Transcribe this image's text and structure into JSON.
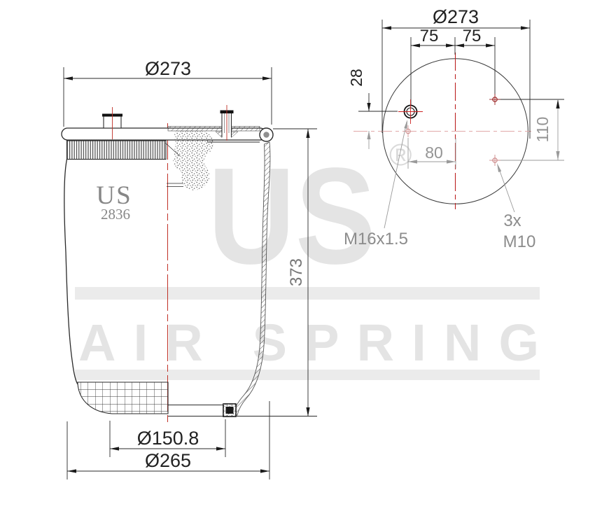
{
  "side_view": {
    "dims": {
      "top_diameter": "Ø273",
      "bottom_inner_diameter": "Ø150.8",
      "bottom_outer_diameter": "Ø265",
      "height": "373"
    },
    "marking": {
      "brand": "US",
      "model": "2836"
    }
  },
  "top_view": {
    "dims": {
      "diameter": "Ø273",
      "stud_spacing_left": "75",
      "stud_spacing_right": "75",
      "port_offset": "28",
      "stud_vertical_spacing": "110",
      "port_horizontal_offset": "80"
    },
    "labels": {
      "air_fitting_thread": "M16x1.5",
      "stud_count": "3x",
      "stud_thread": "M10"
    }
  },
  "watermark": {
    "brand": "US",
    "registered": "®",
    "name": "AIR SPRING"
  },
  "colors": {
    "line": "#2a2a2a",
    "gray_dim": "#949494",
    "centerline_red": "#c03026",
    "centerline_pink": "#e2a9a9",
    "watermark_gray": "#e4e4e4"
  }
}
